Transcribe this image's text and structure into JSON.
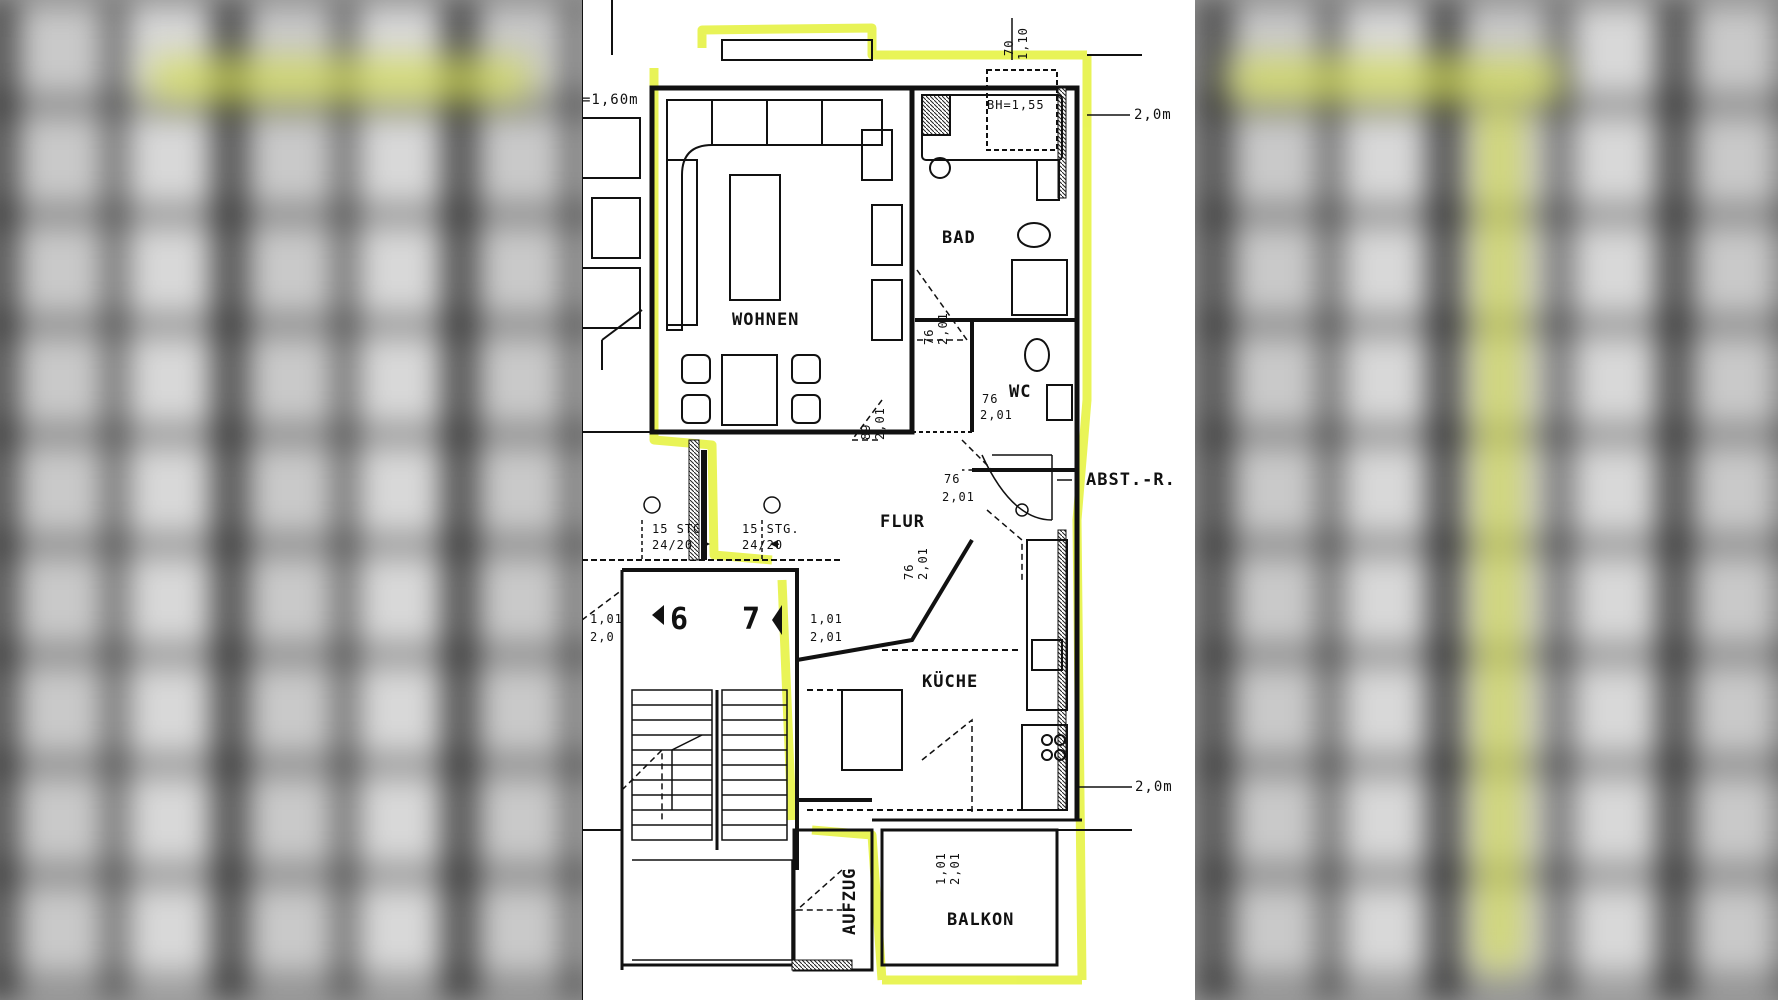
{
  "floorplan": {
    "rooms": {
      "wohnen": "WOHNEN",
      "bad": "BAD",
      "wc": "WC",
      "flur": "FLUR",
      "kueche": "KÜCHE",
      "balkon": "BALKON",
      "aufzug": "AUFZUG",
      "abstellraum": "ABST.-R."
    },
    "apartment_numbers": [
      "6",
      "7"
    ],
    "stairs": [
      "15 STG.",
      "24/20",
      "15 STG.",
      "24/20"
    ],
    "dimensions": {
      "top_right": "2,0m",
      "bottom_right": "2,0m",
      "top_left": "=1,60m",
      "bh": "BH=1,55",
      "top_70": "70",
      "top_110": "1,10",
      "bad_door": [
        "76",
        "2,01"
      ],
      "wc_door": [
        "76",
        "2,01"
      ],
      "wohnen_door": [
        "89",
        "2,01"
      ],
      "abst_door": [
        "76",
        "2,01"
      ],
      "flur_kueche_door": [
        "76",
        "2,01"
      ],
      "entry_door": [
        "1,01",
        "2,01"
      ],
      "left_door": [
        "1,01",
        "2,0"
      ],
      "balkon_door": [
        "1,01",
        "2,01"
      ]
    }
  }
}
